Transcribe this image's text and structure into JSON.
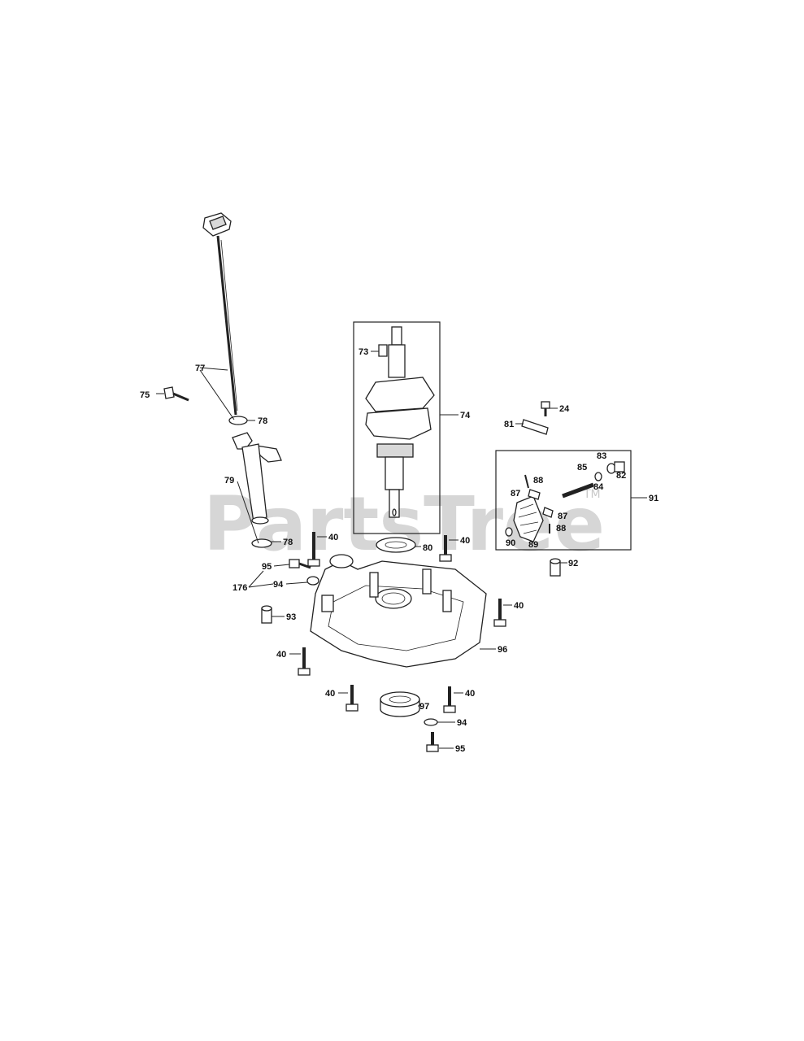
{
  "watermark": {
    "text": "PartsTree",
    "tm": "TM"
  },
  "labels": {
    "p24": "24",
    "p40a": "40",
    "p40b": "40",
    "p40c": "40",
    "p40d": "40",
    "p40e": "40",
    "p40f": "40",
    "p73": "73",
    "p74": "74",
    "p75": "75",
    "p77": "77",
    "p78a": "78",
    "p78b": "78",
    "p79": "79",
    "p80": "80",
    "p81": "81",
    "p82": "82",
    "p83": "83",
    "p84": "84",
    "p85": "85",
    "p87a": "87",
    "p87b": "87",
    "p88a": "88",
    "p88b": "88",
    "p89": "89",
    "p90": "90",
    "p91": "91",
    "p92": "92",
    "p93": "93",
    "p94a": "94",
    "p94b": "94",
    "p95a": "95",
    "p95b": "95",
    "p96": "96",
    "p97": "97",
    "p176": "176"
  }
}
